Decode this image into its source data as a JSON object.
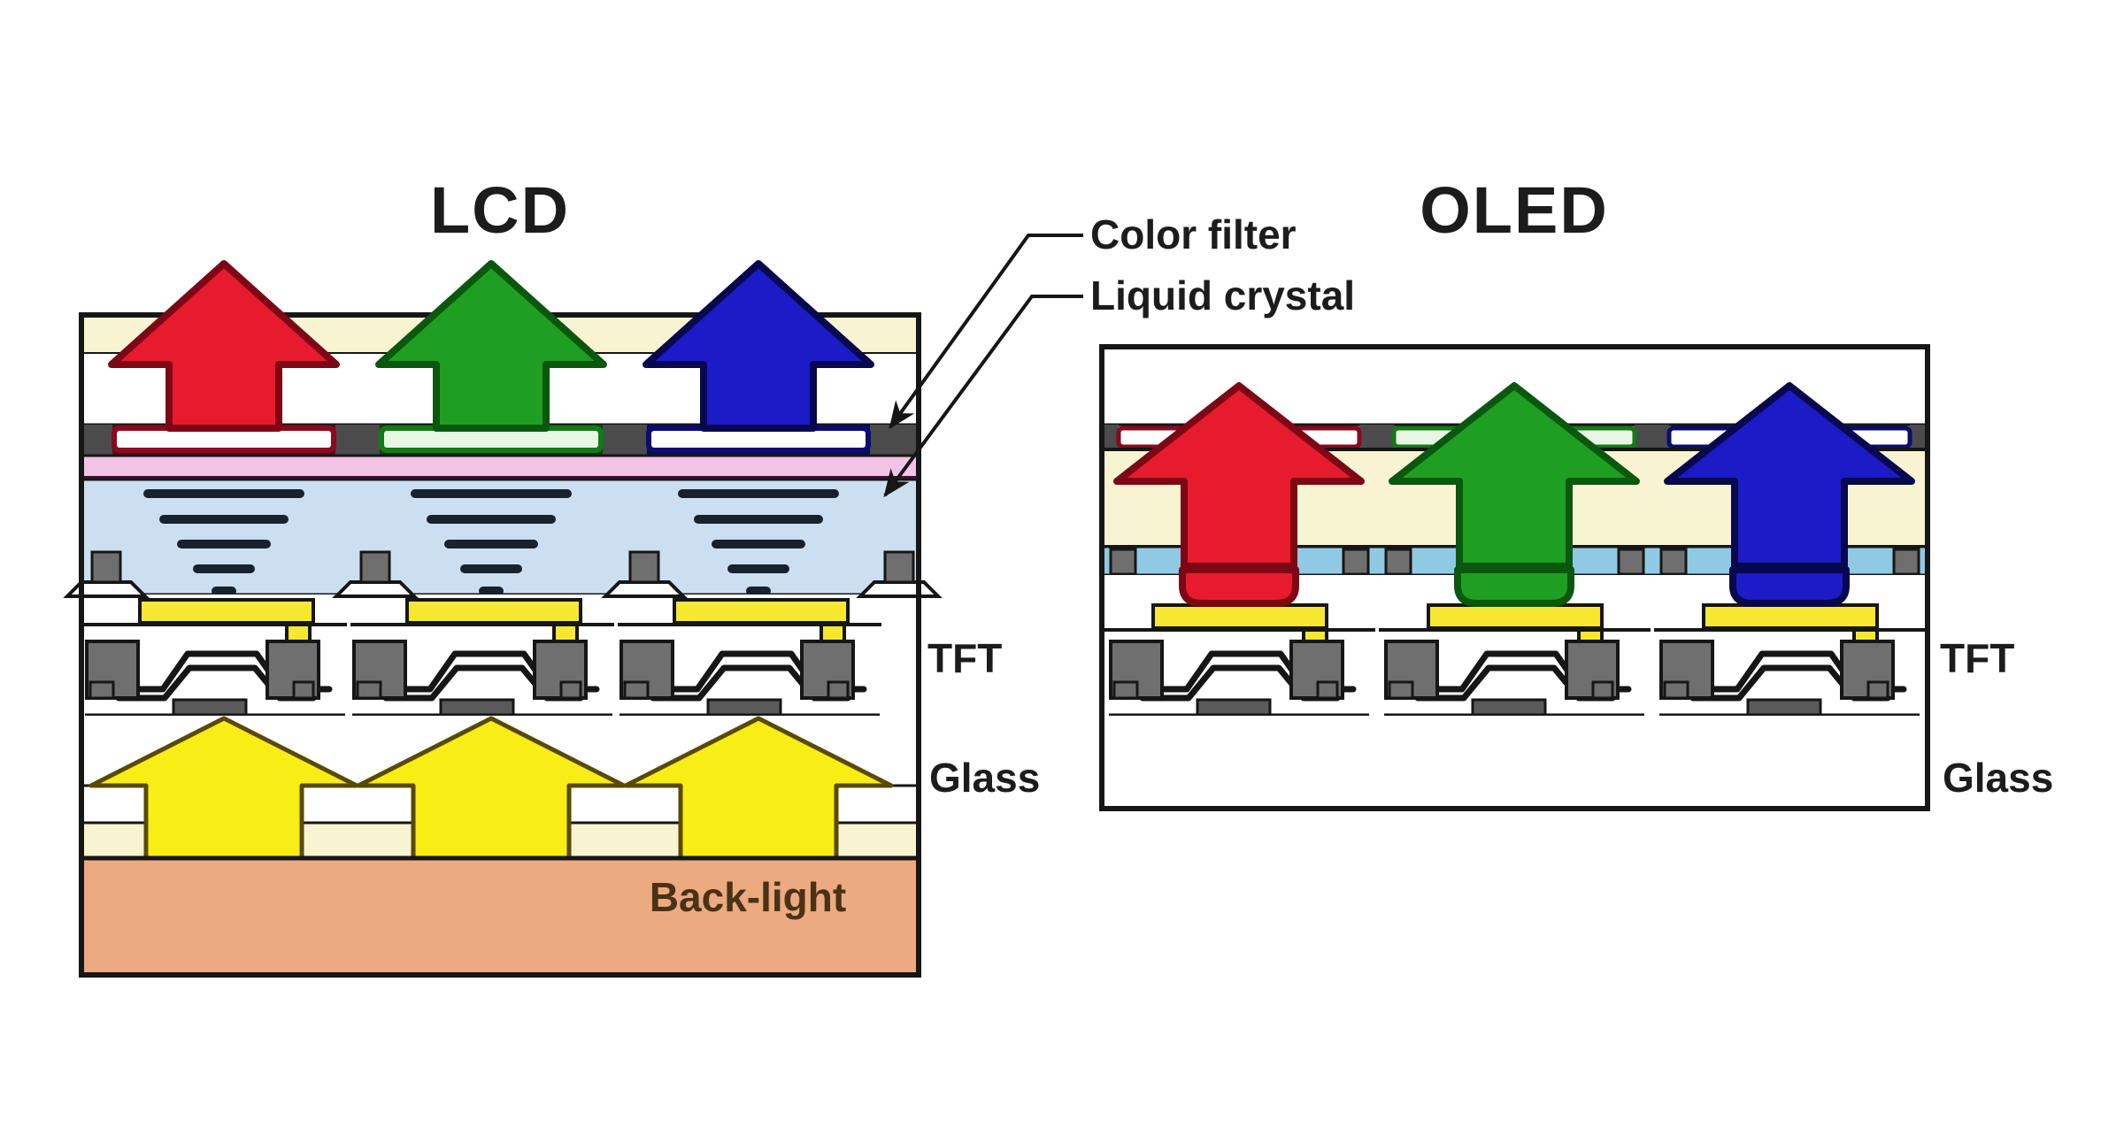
{
  "diagram": {
    "lcd": {
      "title": "LCD",
      "tft_label": "TFT",
      "glass_label": "Glass",
      "backlight_label": "Back-light"
    },
    "oled": {
      "title": "OLED",
      "tft_label": "TFT",
      "glass_label": "Glass"
    },
    "callouts": {
      "color_filter": "Color filter",
      "liquid_crystal": "Liquid crystal"
    },
    "palette": {
      "red_arrow": "#e81b2e",
      "green_arrow": "#1f9f22",
      "blue_arrow": "#1b1bc8",
      "light_arrow_yellow": "#f8ee15",
      "electrode_yellow": "#f6e82e",
      "backlight_salmon": "#ecaa80",
      "liquid_crystal_blue": "#ccdff0",
      "oled_layer_blue": "#90c9e4",
      "polarizer_cream": "#f8f4d2",
      "filter_gray": "#6e6e6e",
      "pink_layer": "#f2c3e4",
      "line_black": "#161616"
    }
  }
}
